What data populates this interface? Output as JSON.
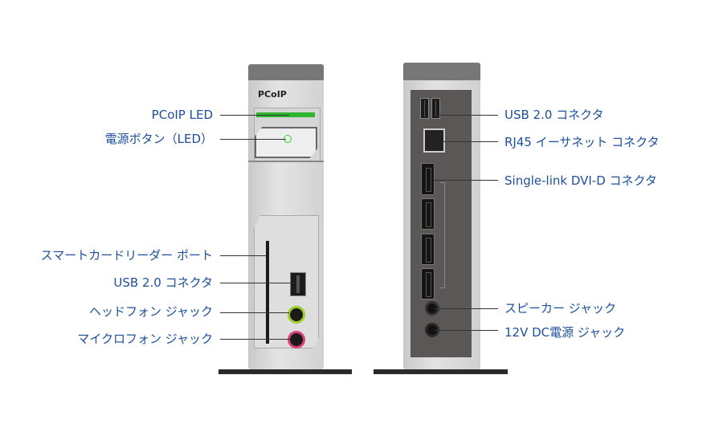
{
  "front": {
    "logo": "PCoIP",
    "labels": {
      "pcoip_led": "PCoIP LED",
      "power_button": "電源ボタン（LED）",
      "smart_card_port": "スマートカードリーダー ポート",
      "usb": "USB 2.0 コネクタ",
      "headphone": "ヘッドフォン ジャック",
      "microphone": "マイクロフォン ジャック"
    }
  },
  "back": {
    "labels": {
      "usb": "USB 2.0 コネクタ",
      "rj45": "RJ45 イーサネット コネクタ",
      "dvi": "Single-link DVI-D コネクタ",
      "speaker": "スピーカー ジャック",
      "power": "12V DC電源 ジャック"
    }
  },
  "colors": {
    "label": "#1d4f9a",
    "led_green": "#2fb52f",
    "headphone_jack": "#9ccc2a",
    "mic_jack": "#d8407a"
  }
}
